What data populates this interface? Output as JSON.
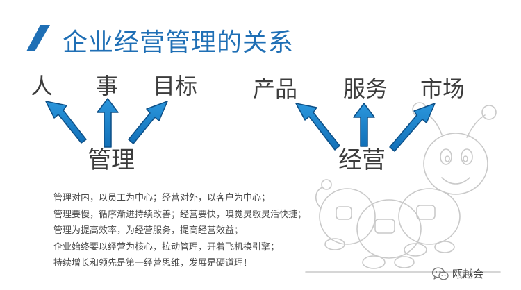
{
  "title": "企业经营管理的关系",
  "colors": {
    "accent": "#1f6fb5",
    "arrow_fill": "#1a80c6",
    "arrow_stroke": "#0d4f86",
    "text": "#3c3c3c"
  },
  "diagram": {
    "management": {
      "base": "管理",
      "targets": [
        "人",
        "事",
        "目标"
      ]
    },
    "operation": {
      "base": "经营",
      "targets": [
        "产品",
        "服务",
        "市场"
      ]
    }
  },
  "notes": [
    "管理对内，以员工为中心；经营对外，以客户为中心；",
    "管理要慢，循序渐进持续改善；经营要快，嗅觉灵敏灵活快捷；",
    "管理为提高效率，为经营服务，提高经营效益；",
    "企业始终要以经营为核心，拉动管理，开着飞机换引擎；",
    "持续增长和领先是第一经营思维，发展是硬道理！"
  ],
  "watermark": {
    "icon": "wechat-icon",
    "label": "瓯越会"
  }
}
